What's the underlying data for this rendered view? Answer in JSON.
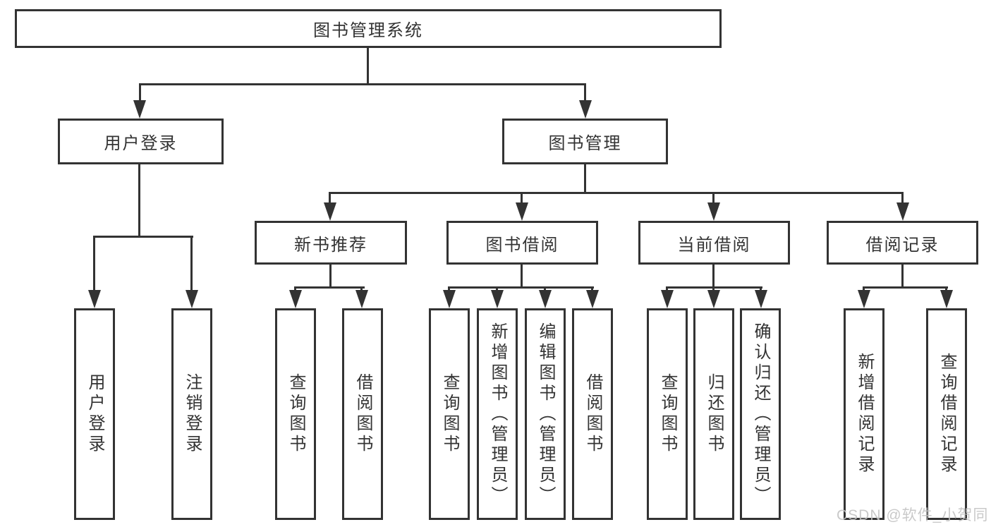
{
  "diagram": {
    "title": "图书管理系统",
    "branches": {
      "user_login": {
        "label": "用户登录",
        "children": [
          {
            "label": "用户登录"
          },
          {
            "label": "注销登录"
          }
        ]
      },
      "book_mgmt": {
        "label": "图书管理",
        "groups": [
          {
            "label": "新书推荐",
            "children": [
              {
                "label": "查询图书"
              },
              {
                "label": "借阅图书"
              }
            ]
          },
          {
            "label": "图书借阅",
            "children": [
              {
                "label": "查询图书"
              },
              {
                "label": "新增图书（管理员）"
              },
              {
                "label": "编辑图书（管理员）"
              },
              {
                "label": "借阅图书"
              }
            ]
          },
          {
            "label": "当前借阅",
            "children": [
              {
                "label": "查询图书"
              },
              {
                "label": "归还图书"
              },
              {
                "label": "确认归还（管理员）"
              }
            ]
          },
          {
            "label": "借阅记录",
            "children": [
              {
                "label": "新增借阅记录"
              },
              {
                "label": "查询借阅记录"
              }
            ]
          }
        ]
      }
    }
  },
  "watermark": "CSDN @软件_小贺同学",
  "colors": {
    "line": "#333333",
    "text": "#333333",
    "watermark": "#c4c4c4",
    "background": "#ffffff"
  }
}
